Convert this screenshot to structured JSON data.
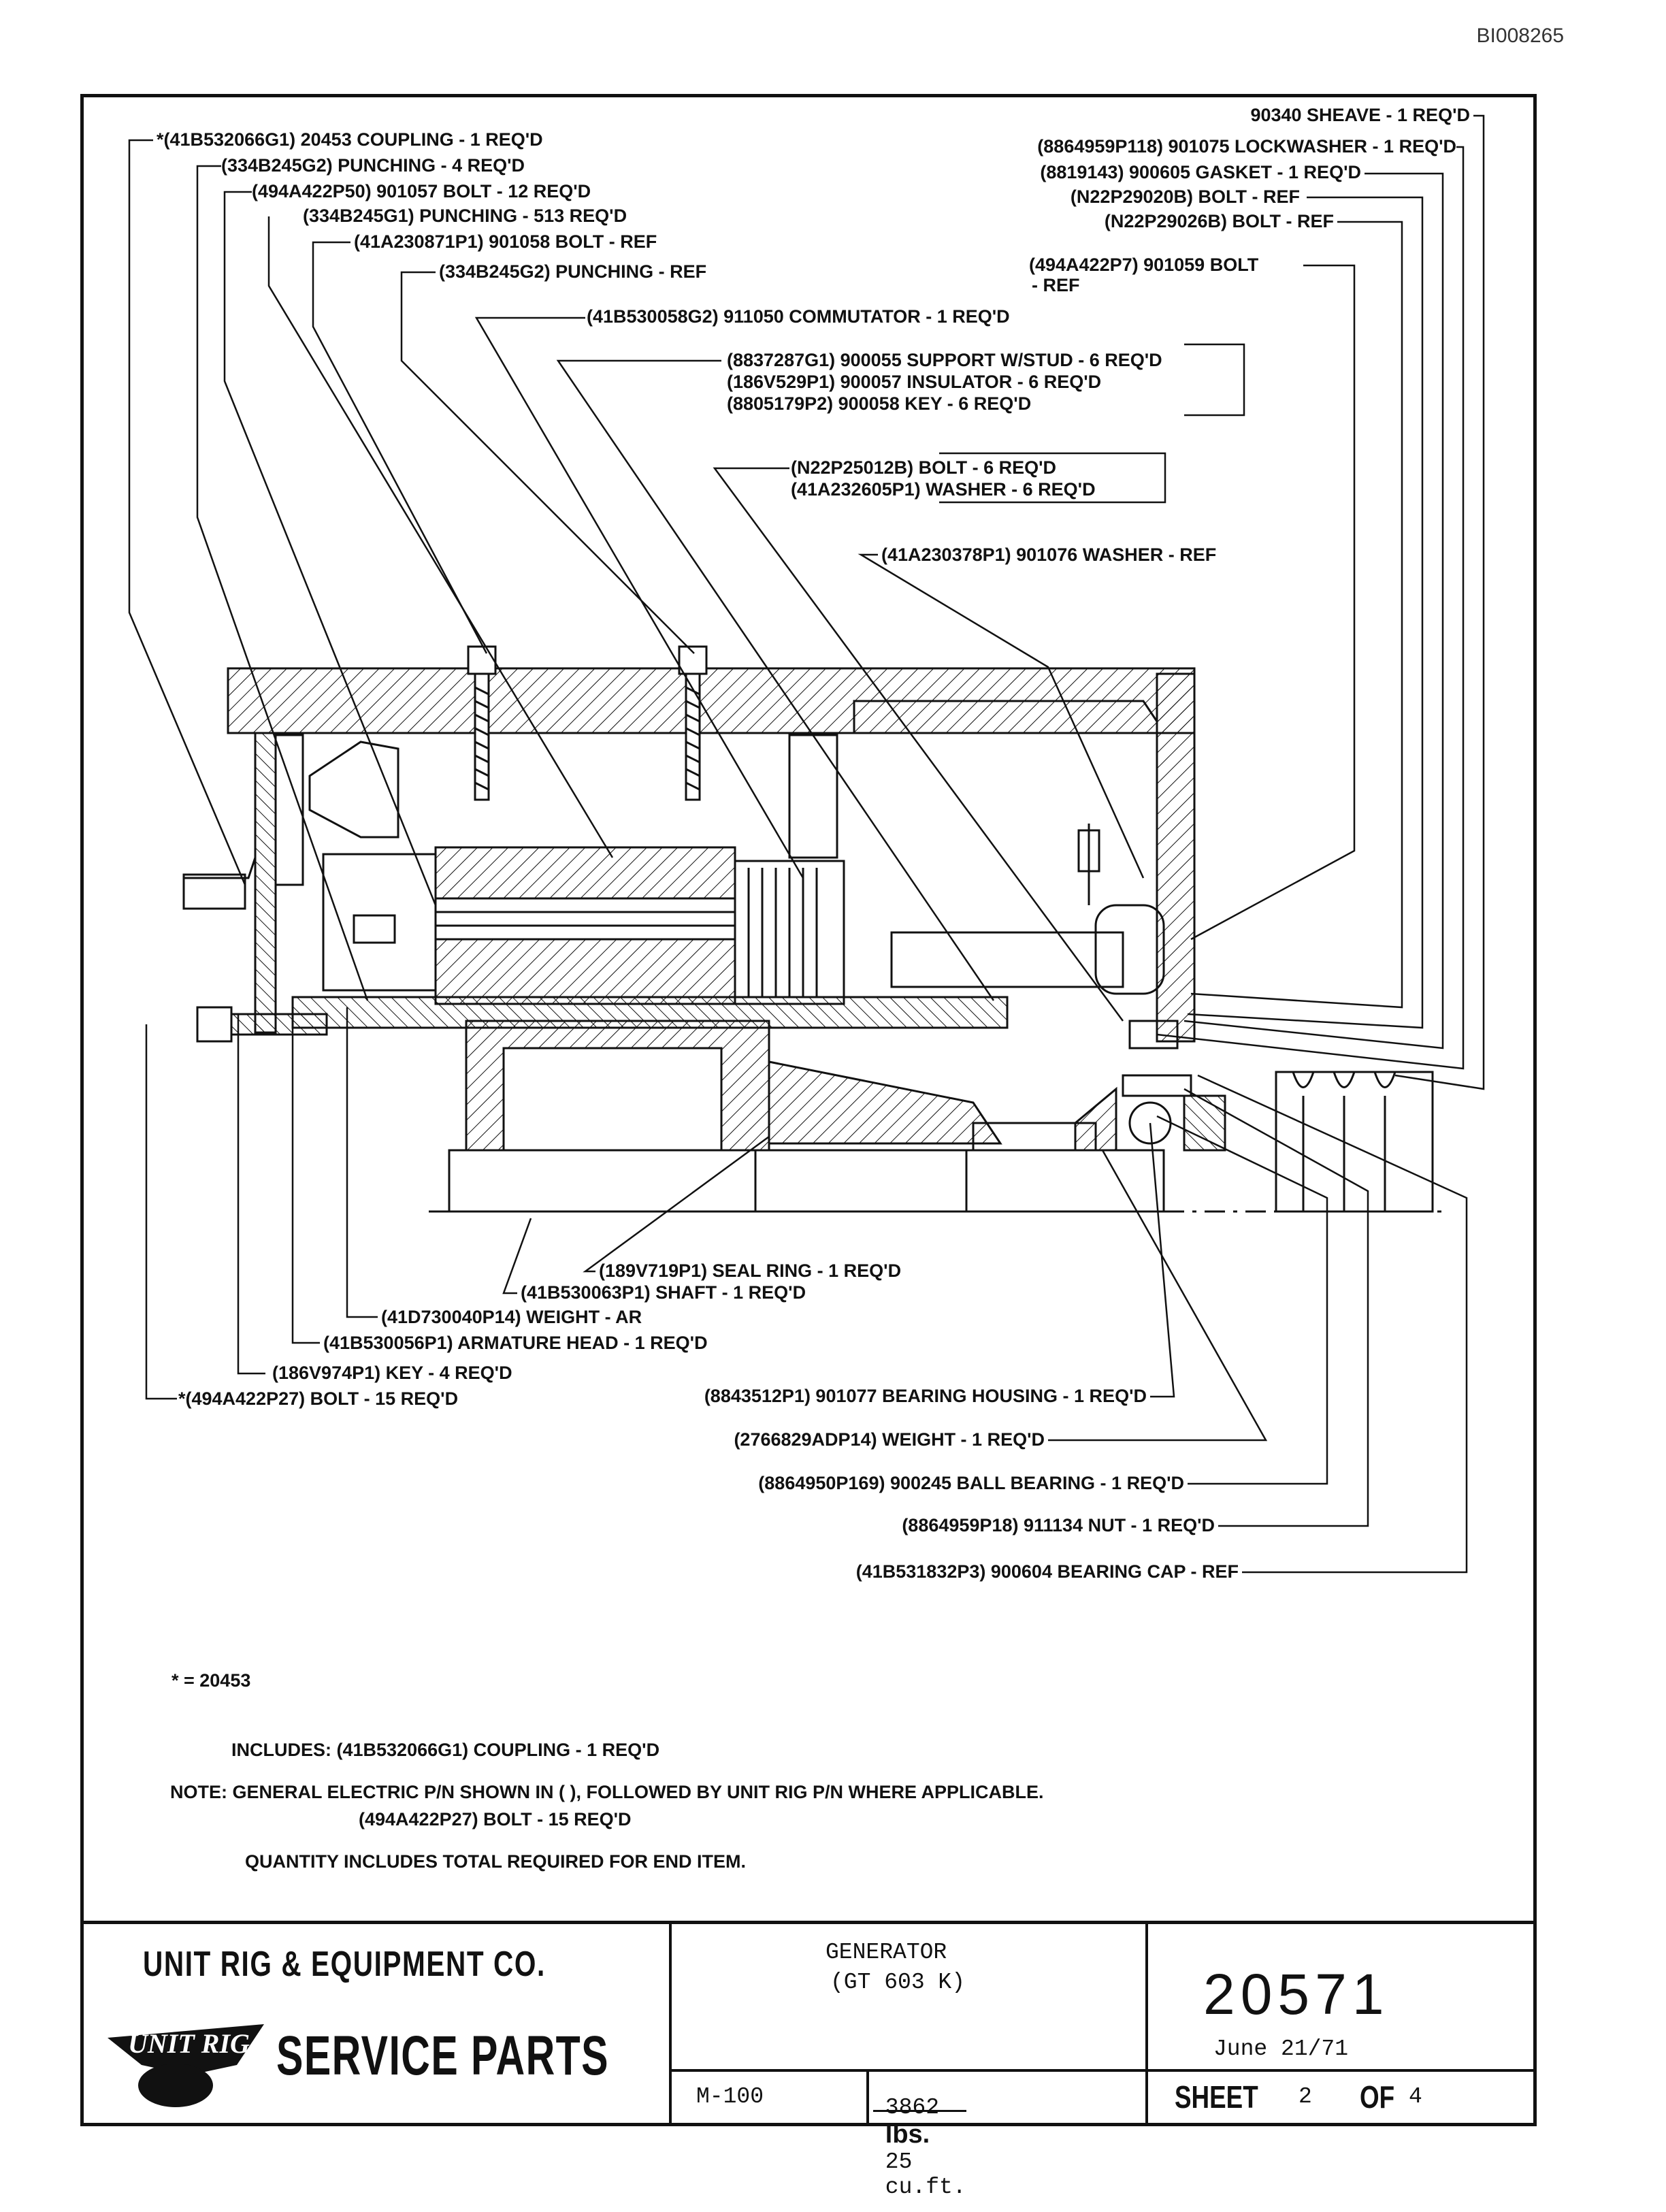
{
  "doc_id": "BI008265",
  "callouts_top_left": [
    "*(41B532066G1) 20453 COUPLING - 1 REQ'D",
    "(334B245G2) PUNCHING - 4 REQ'D",
    "(494A422P50) 901057 BOLT - 12 REQ'D",
    "(334B245G1) PUNCHING - 513 REQ'D",
    "(41A230871P1) 901058 BOLT - REF",
    "(334B245G2) PUNCHING - REF",
    "(41B530058G2) 911050 COMMUTATOR - 1 REQ'D"
  ],
  "callouts_top_right": [
    "90340 SHEAVE - 1 REQ'D",
    "(8864959P118) 901075 LOCKWASHER - 1 REQ'D",
    "(8819143) 900605 GASKET - 1 REQ'D",
    "(N22P29020B) BOLT - REF",
    "(N22P29026B) BOLT - REF",
    "(494A422P7) 901059 BOLT",
    "- REF"
  ],
  "callout_box1": [
    "(8837287G1) 900055 SUPPORT W/STUD - 6 REQ'D",
    "(186V529P1) 900057 INSULATOR - 6 REQ'D",
    "(8805179P2) 900058 KEY - 6 REQ'D"
  ],
  "callout_box2": [
    "(N22P25012B) BOLT - 6 REQ'D",
    "(41A232605P1) WASHER - 6 REQ'D"
  ],
  "callout_washer": "(41A230378P1) 901076 WASHER - REF",
  "callouts_bottom_left": [
    "(189V719P1) SEAL RING  - 1 REQ'D",
    "(41B530063P1) SHAFT  - 1 REQ'D",
    "(41D730040P14) WEIGHT - AR",
    "(41B530056P1) ARMATURE HEAD  - 1 REQ'D",
    "(186V974P1) KEY  - 4 REQ'D",
    "*(494A422P27) BOLT - 15 REQ'D"
  ],
  "callouts_bottom_right": [
    "(8843512P1) 901077 BEARING HOUSING - 1 REQ'D",
    "(2766829ADP14) WEIGHT - 1 REQ'D",
    "(8864950P169) 900245 BALL BEARING - 1 REQ'D",
    "(8864959P18) 911134 NUT - 1 REQ'D",
    "(41B531832P3) 900604 BEARING CAP - REF"
  ],
  "footnote": {
    "line1": "* = 20453",
    "line2": "INCLUDES: (41B532066G1) COUPLING - 1 REQ'D",
    "line3": "(494A422P27) BOLT - 15 REQ'D"
  },
  "note": {
    "line1": "NOTE: GENERAL ELECTRIC P/N SHOWN IN ( ), FOLLOWED BY UNIT RIG P/N WHERE APPLICABLE.",
    "line2": "QUANTITY INCLUDES TOTAL REQUIRED FOR END ITEM."
  },
  "title_block": {
    "company": "UNIT RIG & EQUIPMENT CO.",
    "logo_text": "UNIT RIG",
    "service_parts": "SERVICE PARTS",
    "description_line1": "GENERATOR",
    "description_line2": "(GT 603 K)",
    "drawing_number": "20571",
    "date": "June 21/71",
    "form_no": "M-100",
    "weight": "3862",
    "weight_unit": "lbs.",
    "volume": "25",
    "volume_unit": "cu.ft.",
    "sheet_label": "SHEET",
    "sheet_num": "2",
    "of_label": "OF",
    "sheet_total": "4"
  }
}
